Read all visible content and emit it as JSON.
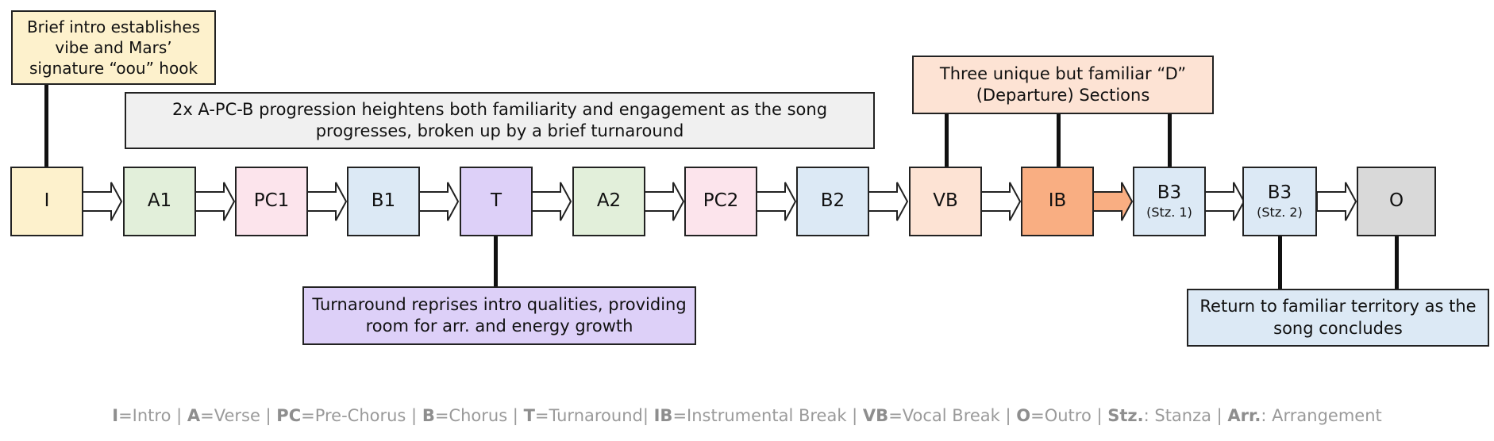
{
  "sections": [
    {
      "id": "I",
      "label": "I",
      "sub": "",
      "color": "#fdf1cc"
    },
    {
      "id": "A1",
      "label": "A1",
      "sub": "",
      "color": "#e2efda"
    },
    {
      "id": "PC1",
      "label": "PC1",
      "sub": "",
      "color": "#fce4ec"
    },
    {
      "id": "B1",
      "label": "B1",
      "sub": "",
      "color": "#dce9f5"
    },
    {
      "id": "T",
      "label": "T",
      "sub": "",
      "color": "#ddd0f8"
    },
    {
      "id": "A2",
      "label": "A2",
      "sub": "",
      "color": "#e2efda"
    },
    {
      "id": "PC2",
      "label": "PC2",
      "sub": "",
      "color": "#fce4ec"
    },
    {
      "id": "B2",
      "label": "B2",
      "sub": "",
      "color": "#dce9f5"
    },
    {
      "id": "VB",
      "label": "VB",
      "sub": "",
      "color": "#fde3d4"
    },
    {
      "id": "IB",
      "label": "IB",
      "sub": "",
      "color": "#f9ae82"
    },
    {
      "id": "B3a",
      "label": "B3",
      "sub": "(Stz. 1)",
      "color": "#dce9f5"
    },
    {
      "id": "B3b",
      "label": "B3",
      "sub": "(Stz. 2)",
      "color": "#dce9f5"
    },
    {
      "id": "O",
      "label": "O",
      "sub": "",
      "color": "#d9d9d9"
    }
  ],
  "annotations": {
    "intro": {
      "text": "Brief intro establishes vibe and Mars’ signature “oou” hook",
      "color": "#fdf1cc"
    },
    "progression": {
      "text": "2x A-PC-B progression heightens both familiarity and engagement as the song progresses, broken up by a brief turnaround",
      "color": "#f0f0f0"
    },
    "departure": {
      "text": "Three unique but familiar “D” (Departure) Sections",
      "color": "#fde3d4"
    },
    "turnaround": {
      "text": "Turnaround reprises intro qualities, providing room for arr. and energy growth",
      "color": "#ddd0f8"
    },
    "return": {
      "text": "Return to familiar territory as the song concludes",
      "color": "#dce9f5"
    }
  },
  "legend": [
    {
      "abbr": "I",
      "sep": "=",
      "full": "Intro",
      "after": " | "
    },
    {
      "abbr": "A",
      "sep": "=",
      "full": "Verse",
      "after": " | "
    },
    {
      "abbr": "PC",
      "sep": "=",
      "full": "Pre-Chorus",
      "after": " | "
    },
    {
      "abbr": "B",
      "sep": "=",
      "full": "Chorus",
      "after": " | "
    },
    {
      "abbr": "T",
      "sep": "=",
      "full": "Turnaround",
      "after": "| "
    },
    {
      "abbr": "IB",
      "sep": "=",
      "full": "Instrumental Break",
      "after": " | "
    },
    {
      "abbr": "VB",
      "sep": "=",
      "full": "Vocal Break",
      "after": " | "
    },
    {
      "abbr": "O",
      "sep": "=",
      "full": "Outro",
      "after": " | "
    },
    {
      "abbr": "Stz.",
      "sep": ": ",
      "full": "Stanza",
      "after": " | "
    },
    {
      "abbr": "Arr.",
      "sep": ": ",
      "full": "Arrangement",
      "after": ""
    }
  ]
}
